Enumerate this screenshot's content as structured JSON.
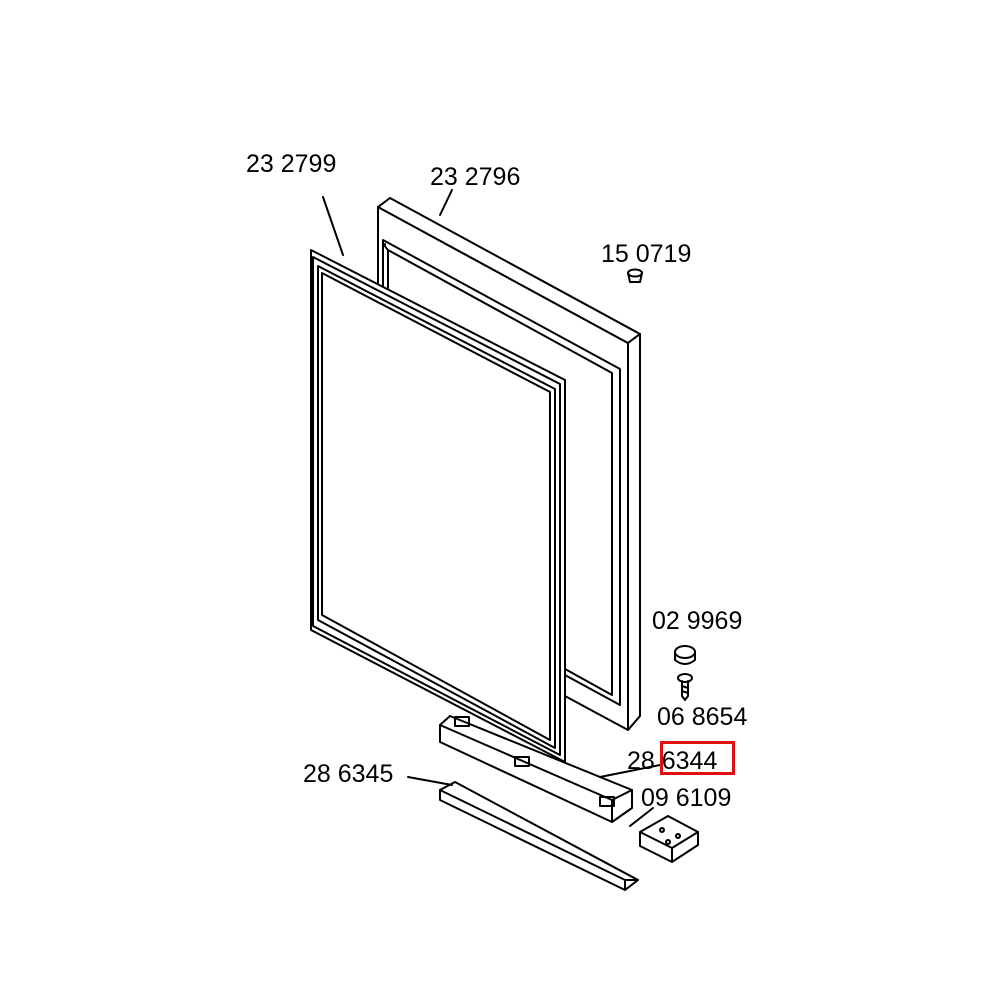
{
  "diagram": {
    "labels": {
      "gasket": "23 2799",
      "door_panel": "23 2796",
      "plug": "15 0719",
      "cap": "02 9969",
      "screw": "06 8654",
      "hinge_strip": "28 6344",
      "cover_strip": "28 6345",
      "hinge_bracket": "09 6109"
    },
    "highlighted_part": "6344",
    "highlight_color": "#e01010",
    "line_color": "#000000"
  }
}
